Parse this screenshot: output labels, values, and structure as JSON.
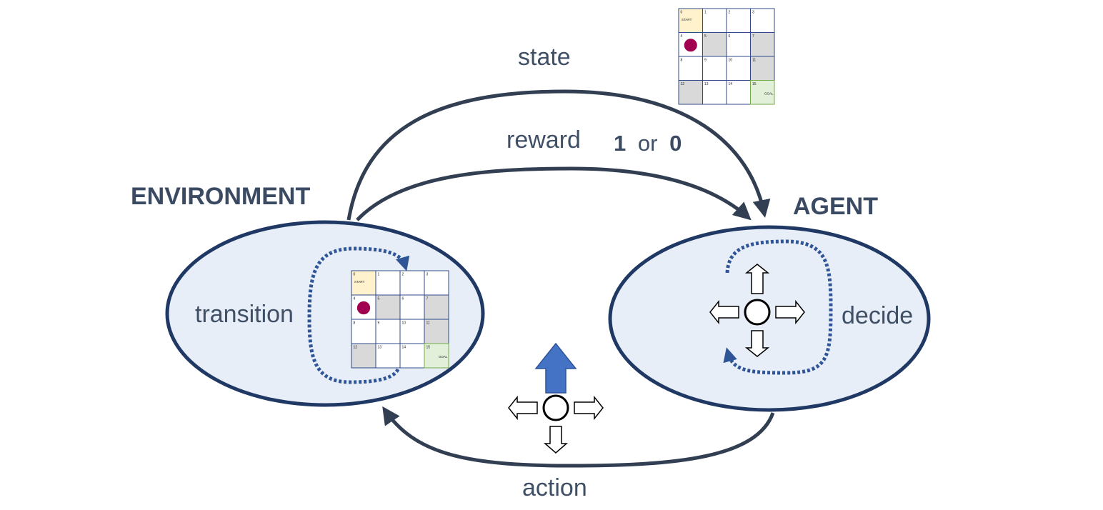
{
  "labels": {
    "environment": "ENVIRONMENT",
    "agent": "AGENT",
    "state": "state",
    "reward": "reward",
    "reward_value_one": "1",
    "reward_value_or": "or",
    "reward_value_zero": "0",
    "transition": "transition",
    "decide": "decide",
    "action": "action"
  },
  "grid": {
    "cells": [
      "0",
      "1",
      "2",
      "3",
      "4",
      "5",
      "6",
      "7",
      "8",
      "9",
      "10",
      "11",
      "12",
      "13",
      "14",
      "15"
    ],
    "start_label": "START",
    "goal_label": "GOAL",
    "start_cell": 0,
    "goal_cell": 15,
    "hole_cells": [
      5,
      7,
      11,
      12
    ],
    "agent_cell": 4
  },
  "action_taken": "up",
  "colors": {
    "ellipse_fill": "#e8eef8",
    "ellipse_stroke": "#1f3864",
    "arrow": "#323e52",
    "dotted": "#2f5597",
    "grid_line": "#2f4a8a",
    "start_fill": "#fff2cc",
    "goal_fill": "#e2f0d9",
    "hole_fill": "#d9d9d9",
    "agent_dot": "#a0004f",
    "action_arrow": "#4472c4"
  }
}
